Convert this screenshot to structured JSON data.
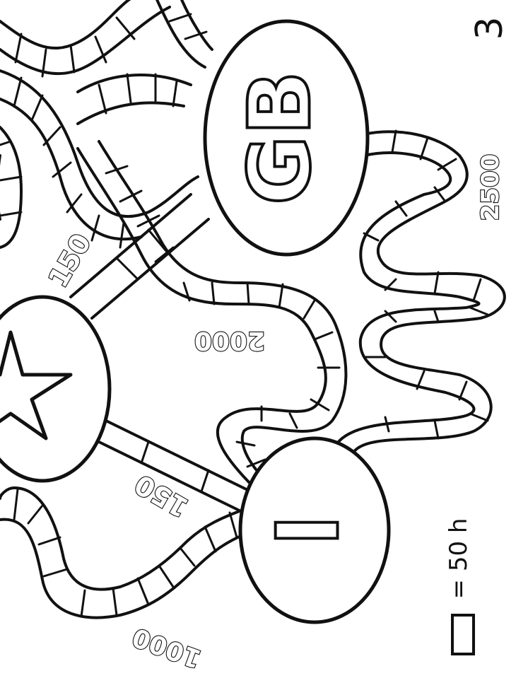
{
  "nodes": {
    "gb": {
      "label": "GB"
    },
    "star": {
      "label": ""
    },
    "i": {
      "label": "I"
    }
  },
  "routes": [
    {
      "id": "gb-star",
      "label": "150"
    },
    {
      "id": "star-i",
      "label": "150"
    },
    {
      "id": "gb-i-middle",
      "label": "2000"
    },
    {
      "id": "gb-i-right",
      "label": "2500"
    },
    {
      "id": "i-left",
      "label": "1000"
    }
  ],
  "legend": {
    "text": "= 50 h"
  },
  "page_mark": "3"
}
